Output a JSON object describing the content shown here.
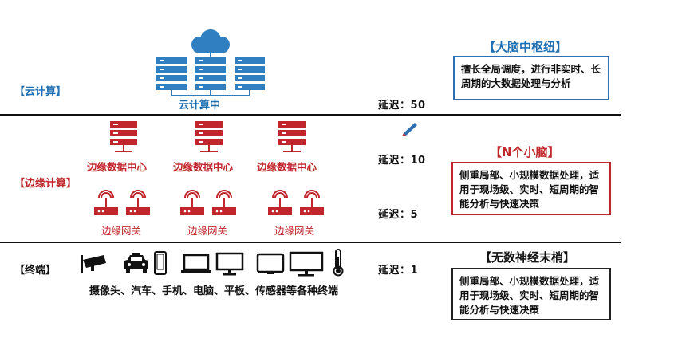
{
  "cloud": {
    "tier_label": "【云计算】",
    "center_label": "云计算中",
    "latency": "延迟：50",
    "title": "【大脑中枢纽】",
    "desc": "擅长全局调度，进行非实时、长周期的大数据处理与分析"
  },
  "edge": {
    "tier_label": "【边缘计算】",
    "datacenter_labels": [
      "边缘数据中心",
      "边缘数据中心",
      "边缘数据中心"
    ],
    "gateway_labels": [
      "边缘网关",
      "边缘网关",
      "边缘网关"
    ],
    "latency_dc": "延迟：10",
    "latency_gw": "延迟：5",
    "title": "【N个小脑】",
    "desc": "侧重局部、小规模数据处理，适用于现场级、实时、短周期的智能分析与快速决策"
  },
  "terminal": {
    "tier_label": "【终端】",
    "devices_label": "摄像头、汽车、手机、电脑、平板、传感器等各种终端",
    "latency": "延迟：1",
    "title": "【无数神经末梢】",
    "desc": "侧重局部、小规模数据处理，适用于现场级、实时、短周期的智能分析与快速决策"
  },
  "colors": {
    "cloud_blue": "#2f7fc1",
    "edge_red": "#c0262b",
    "box_blue": "#2f6fb0",
    "box_red": "#c0262b",
    "terminal_border": "#222222"
  },
  "icons": {
    "cloud": "cloud-server-icon",
    "edge_server": "server-rack-icon",
    "gateway": "router-antenna-icon",
    "pen": "pen-icon",
    "terminals": [
      "camera-icon",
      "car-icon",
      "phone-icon",
      "laptop-icon",
      "monitor-icon",
      "tablet-icon",
      "monitor-icon",
      "thermometer-icon"
    ]
  }
}
